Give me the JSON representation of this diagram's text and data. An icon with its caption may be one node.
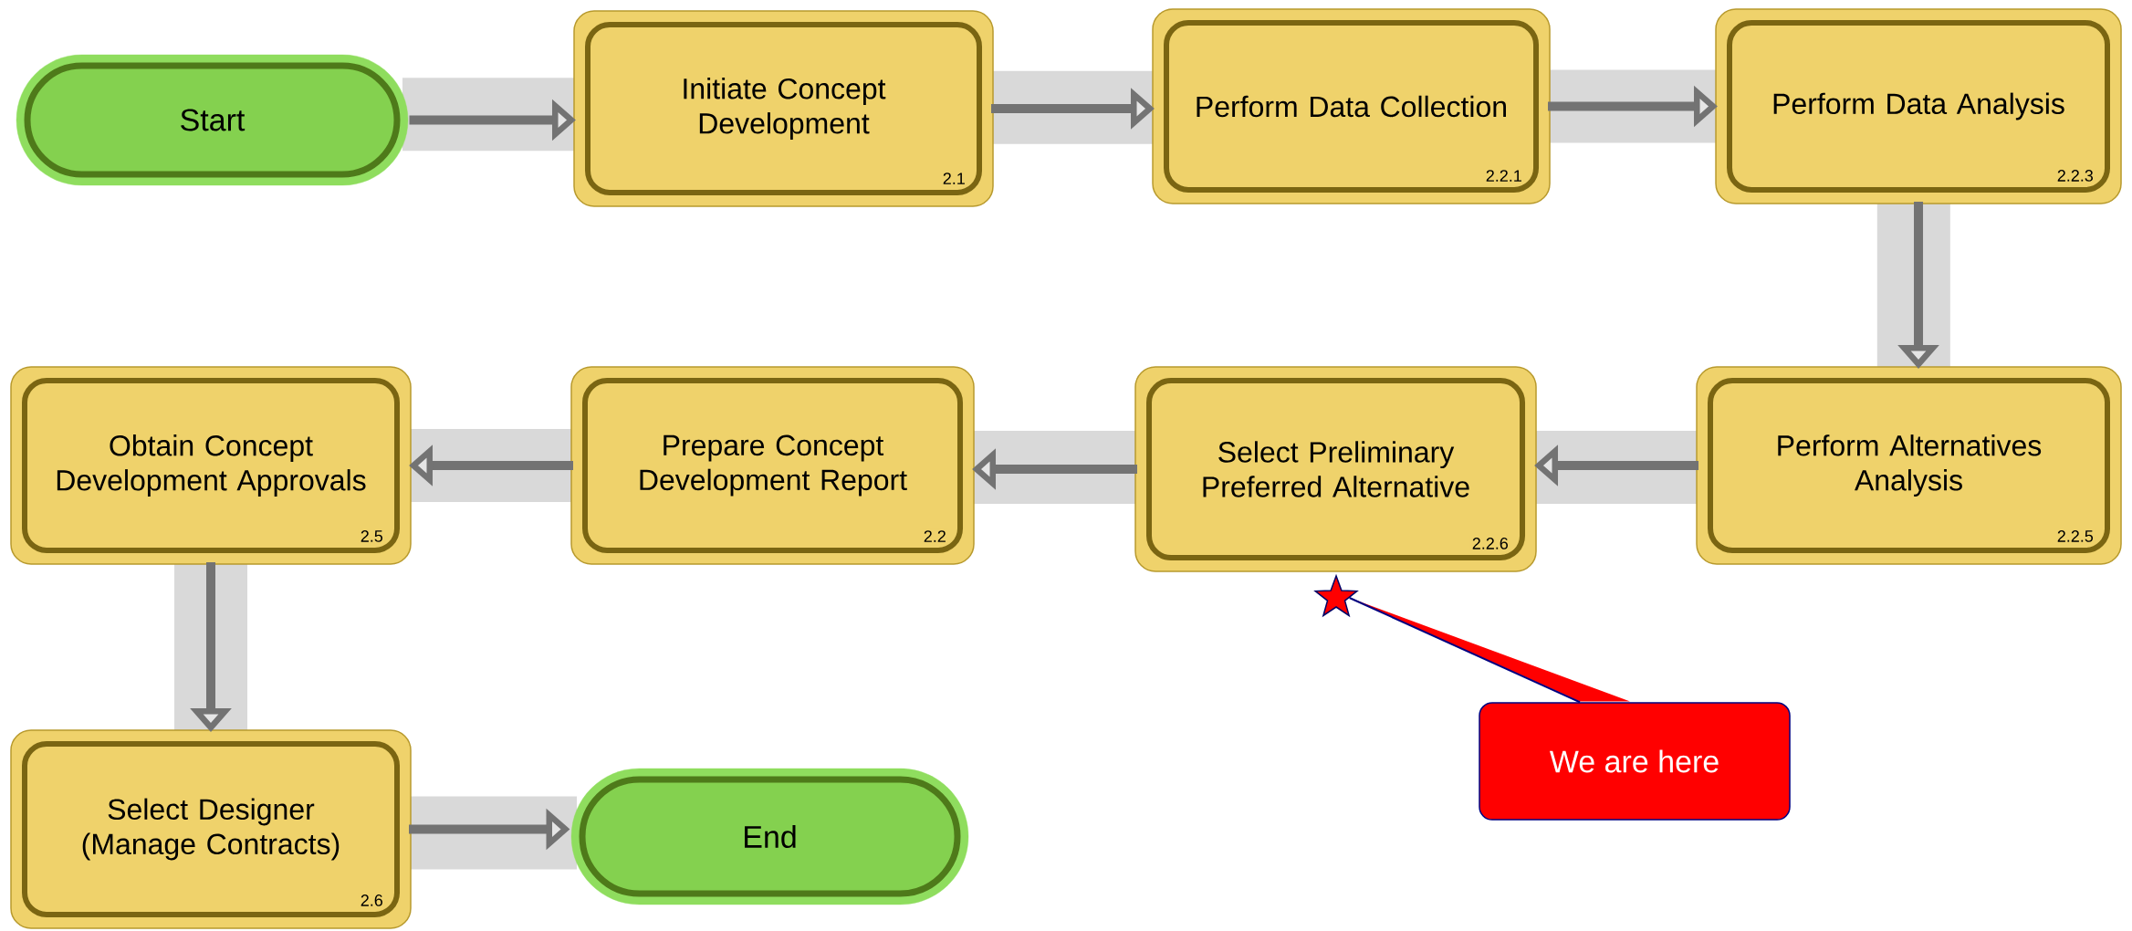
{
  "diagram": {
    "nodes": [
      {
        "text": [
          "Start"
        ]
      },
      {
        "text": [
          "Initiate Concept Development",
          "2.1"
        ]
      },
      {
        "text": [
          "Perform Data Collection",
          "2.2.1"
        ]
      },
      {
        "text": [
          "Perform Data Analysis",
          "2.2.3"
        ]
      },
      {
        "text": [
          "Perform Alternatives Analysis",
          "2.2.5"
        ]
      },
      {
        "text": [
          "Select Preliminary Preferred Alternative",
          "2.2.6"
        ]
      },
      {
        "text": [
          "Prepare Concept Development Report",
          "2.2"
        ]
      },
      {
        "text": [
          "Obtain Concept Development Approvals",
          "2.5"
        ]
      },
      {
        "text": [
          "Select Designer (Manage Contracts)",
          "2.6"
        ]
      },
      {
        "text": [
          "End"
        ]
      },
      {
        "text": [],
        "shape": "star"
      },
      {
        "text": [
          "We are here"
        ]
      }
    ],
    "edges": [
      {
        "from": 0,
        "to": 1,
        "arrow": "to"
      },
      {
        "from": 1,
        "to": 2,
        "arrow": "to"
      },
      {
        "from": 2,
        "to": 3,
        "arrow": "to"
      },
      {
        "from": 3,
        "to": 4,
        "arrow": "to"
      },
      {
        "from": 4,
        "to": 5,
        "arrow": "to"
      },
      {
        "from": 5,
        "to": 6,
        "arrow": "to"
      },
      {
        "from": 6,
        "to": 7,
        "arrow": "to"
      },
      {
        "from": 7,
        "to": 8,
        "arrow": "to"
      },
      {
        "from": 8,
        "to": 9,
        "arrow": "to"
      },
      {
        "from": 11,
        "to": 10,
        "arrow": "none",
        "color": "#000080"
      }
    ]
  }
}
